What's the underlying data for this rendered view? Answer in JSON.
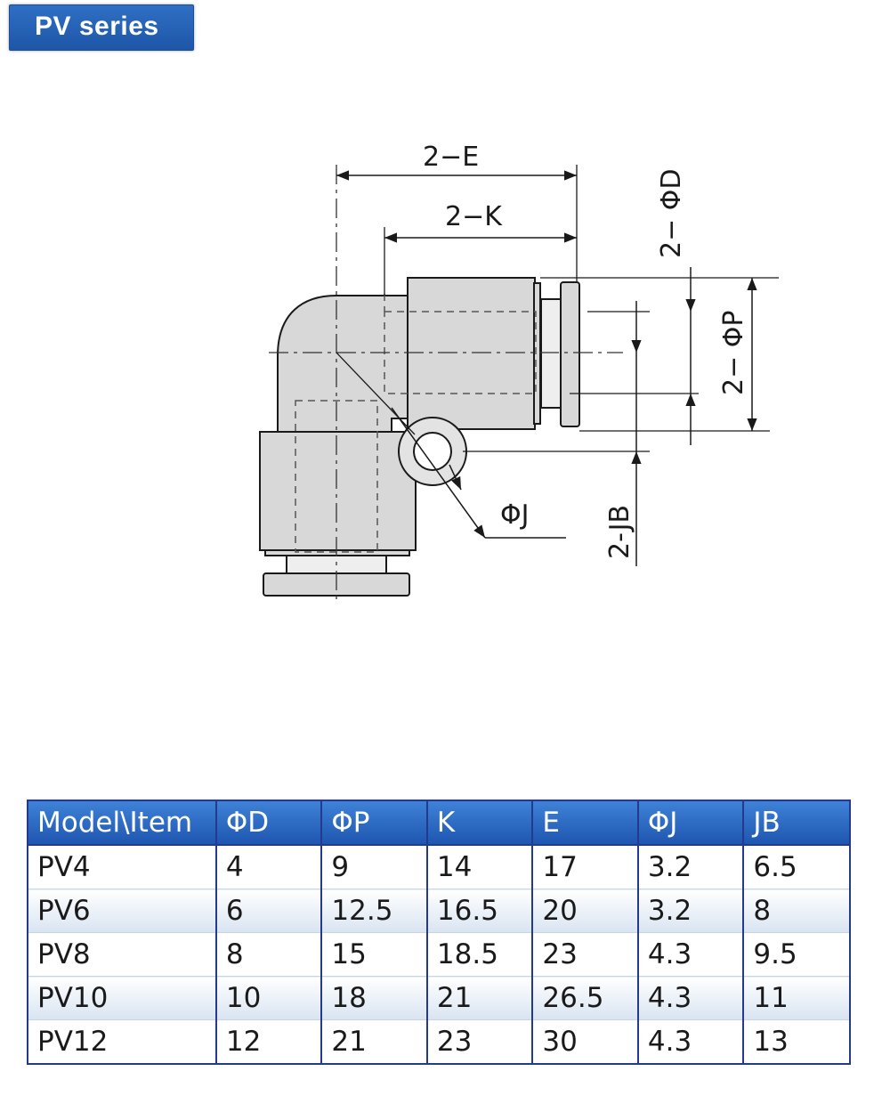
{
  "series": {
    "title": "PV series"
  },
  "diagram": {
    "labels": {
      "e": "2−E",
      "k": "2−K",
      "d": "2− ΦD",
      "p": "2− ΦP",
      "j": "ΦJ",
      "jb": "2-JB"
    }
  },
  "table": {
    "headers": [
      "Model\\Item",
      "ΦD",
      "ΦP",
      "K",
      "E",
      "ΦJ",
      "JB"
    ],
    "rows": [
      [
        "PV4",
        "4",
        "9",
        "14",
        "17",
        "3.2",
        "6.5"
      ],
      [
        "PV6",
        "6",
        "12.5",
        "16.5",
        "20",
        "3.2",
        "8"
      ],
      [
        "PV8",
        "8",
        "15",
        "18.5",
        "23",
        "4.3",
        "9.5"
      ],
      [
        "PV10",
        "10",
        "18",
        "21",
        "26.5",
        "4.3",
        "11"
      ],
      [
        "PV12",
        "12",
        "21",
        "23",
        "30",
        "4.3",
        "13"
      ]
    ]
  },
  "colors": {
    "header_blue": "#2f6fc4",
    "border_navy": "#243a8c",
    "fitting_gray": "#d8d8d8"
  }
}
